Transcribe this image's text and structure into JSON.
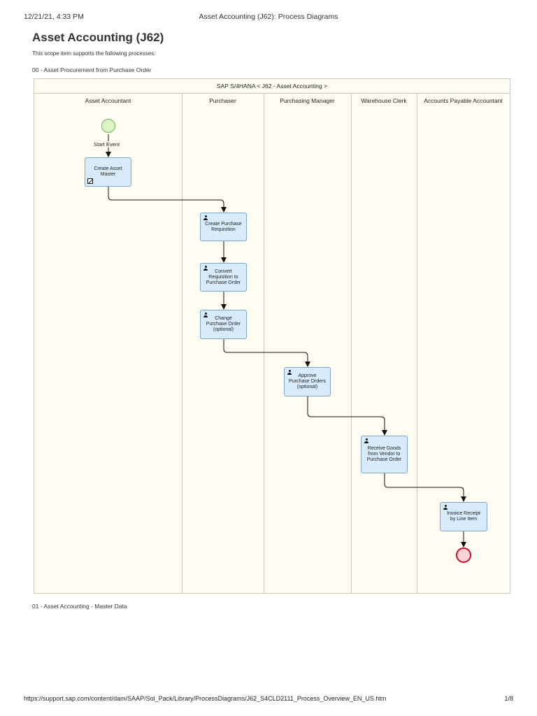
{
  "header": {
    "date": "12/21/21, 4:33 PM",
    "title": "Asset Accounting (J62): Process Diagrams"
  },
  "page_title": "Asset Accounting (J62)",
  "intro": "This scope item supports the following processes:",
  "sections": [
    "00 - Asset Procurement from Purchase Order",
    "01 - Asset Accounting - Master Data"
  ],
  "diagram": {
    "pool_title": "SAP S/4HANA < J62 - Asset Accounting >",
    "lanes": [
      "Asset Accountant",
      "Purchaser",
      "Purchasing Manager",
      "Warehouse Clerk",
      "Accounts Payable Accountant"
    ],
    "start_event": "Start Event",
    "tasks": [
      {
        "label": "Create Asset Master",
        "icon": "system-task-icon"
      },
      {
        "label": "Create Purchase Requisition",
        "icon": "user-icon"
      },
      {
        "label": "Convert Requisition to Purchase Order",
        "icon": "user-icon"
      },
      {
        "label": "Change Purchase Order (optional)",
        "icon": "user-icon"
      },
      {
        "label": "Approve Purchase Orders (optional)",
        "icon": "user-icon"
      },
      {
        "label": "Receive Goods from Vendor to Purchase Order",
        "icon": "user-icon"
      },
      {
        "label": "Invoice Receipt by Line Item",
        "icon": "user-icon"
      }
    ],
    "colors": {
      "pool_background": "#fffdf1",
      "task_fill": "#d8ebfb",
      "task_border": "#7ea6c7",
      "start_fill": "#dbf5c8",
      "start_border": "#6ab94a",
      "end_fill": "#fbd3d6",
      "end_border": "#c8102e"
    }
  },
  "footer": {
    "url": "https://support.sap.com/content/dam/SAAP/Sol_Pack/Library/ProcessDiagrams/J62_S4CLD2111_Process_Overview_EN_US.htm",
    "page": "1/8"
  }
}
